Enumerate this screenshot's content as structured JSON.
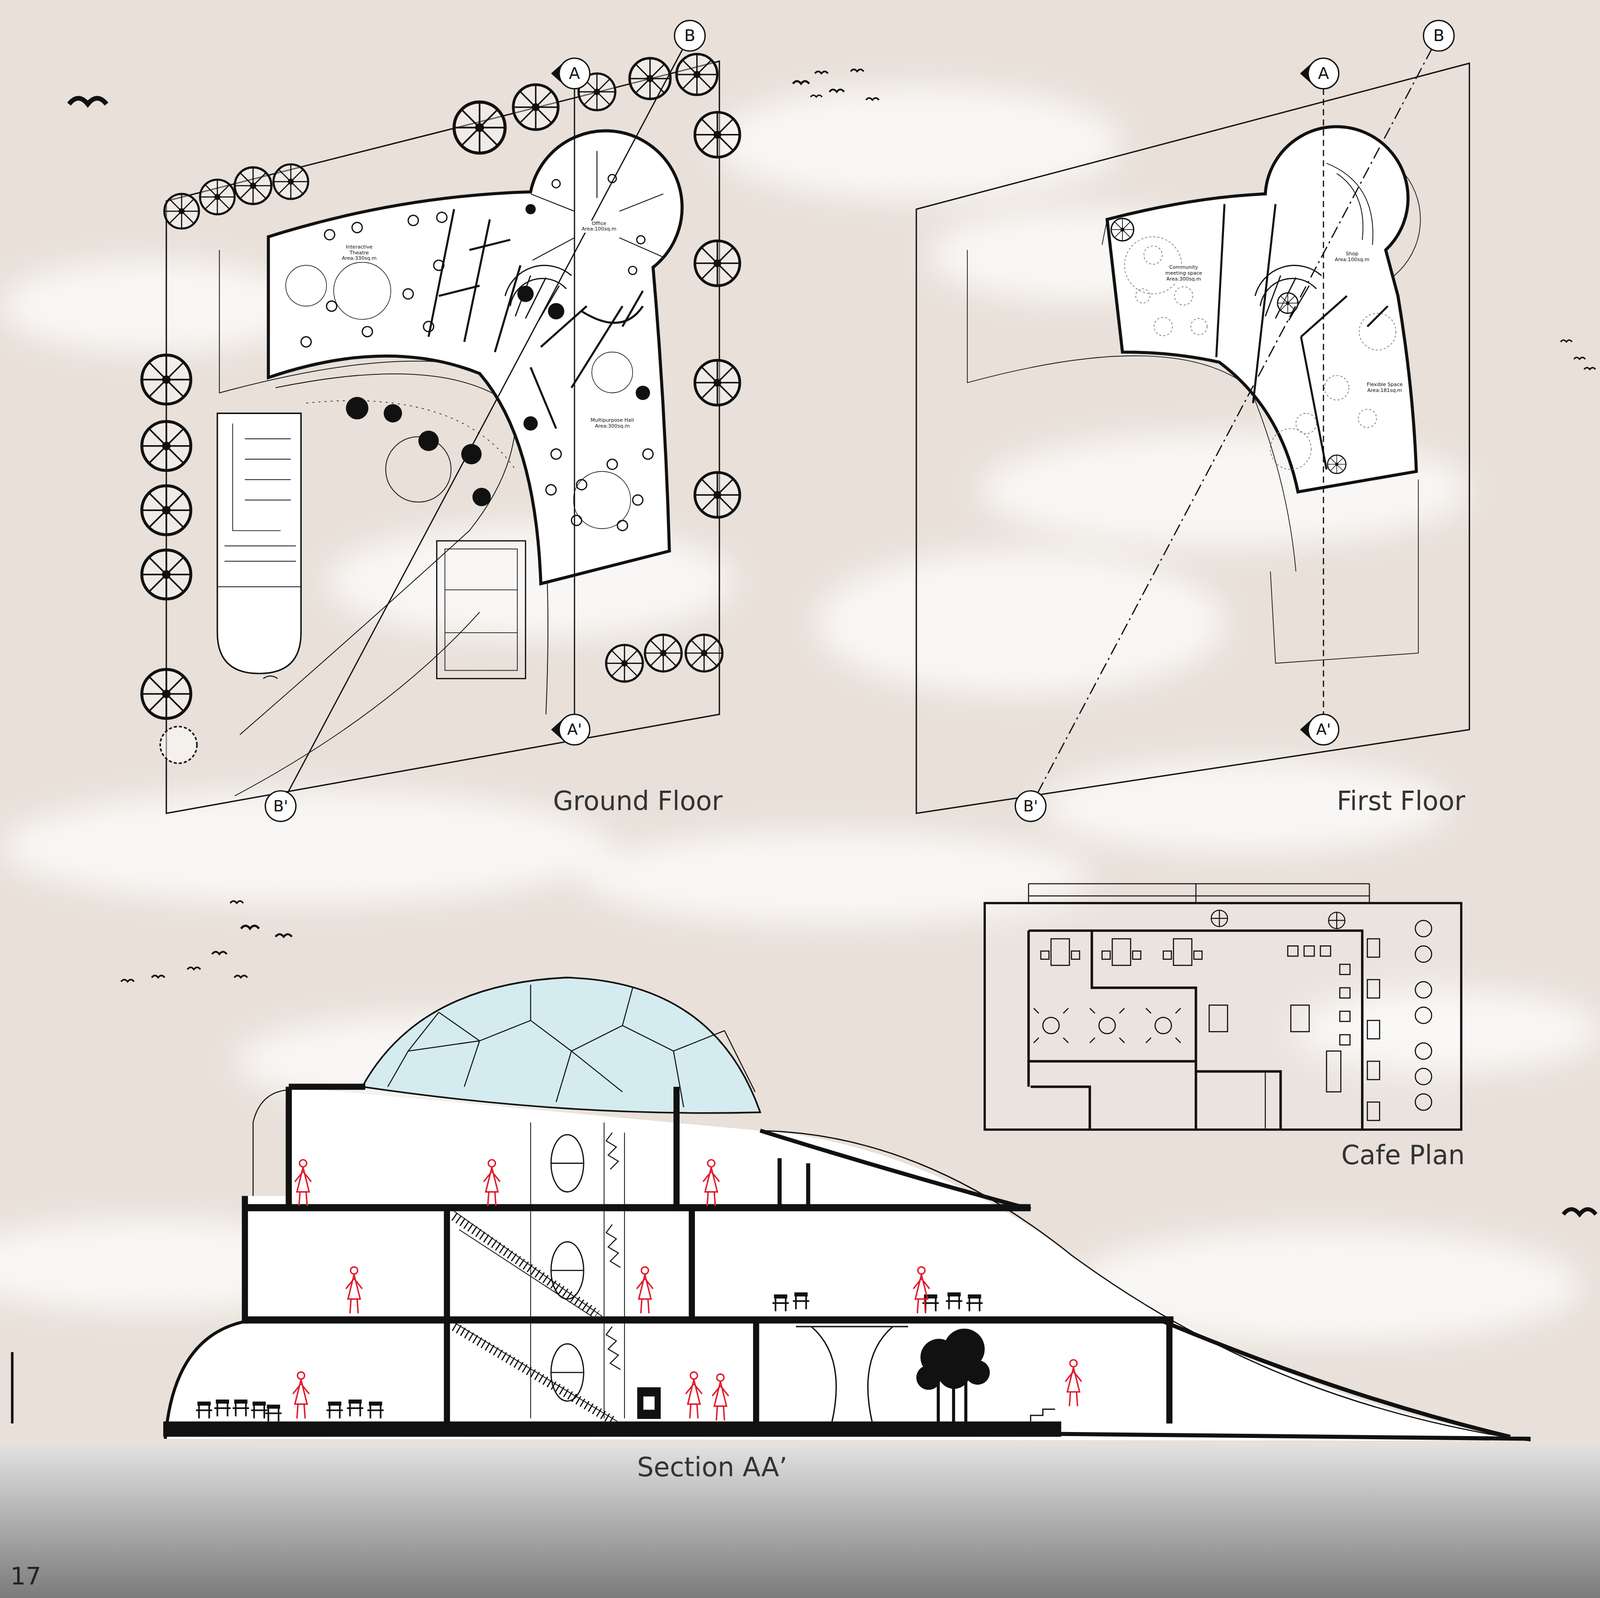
{
  "diagram": {
    "labels": [
      "B",
      "A",
      "A",
      "B",
      "Interactive Theatre Area:330sq.m",
      "Office Area:100sq.m",
      "Multipurpose Hall Area:300sq.m",
      "Community meeting space Area:300sq.m",
      "Shop Area:100sq.m",
      "Flexible Space Area:181sq.m",
      "A'",
      "B'",
      "Ground Floor",
      "A'",
      "B'",
      "First Floor",
      "Cafe Plan",
      "Section AA’",
      "17"
    ]
  }
}
